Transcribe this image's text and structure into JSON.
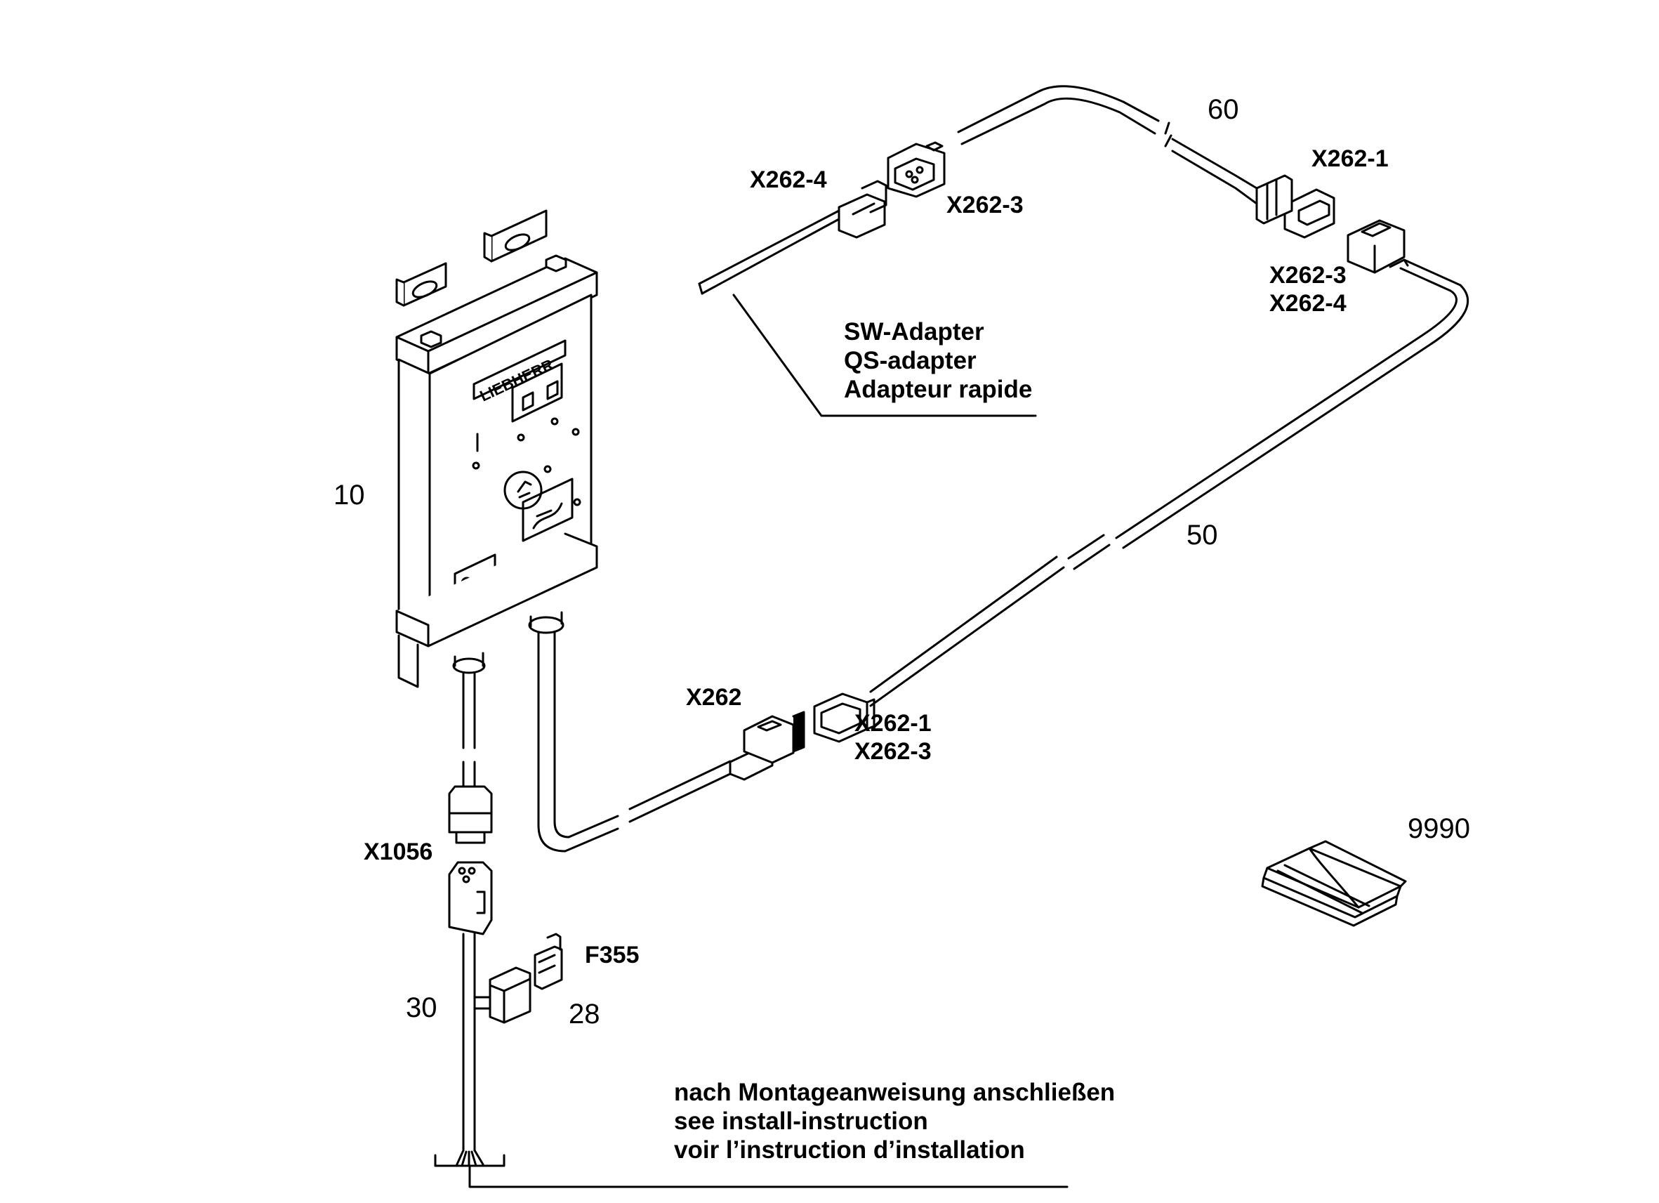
{
  "items": {
    "item_10": "10",
    "item_28": "28",
    "item_30": "30",
    "item_50": "50",
    "item_60": "60",
    "item_9990": "9990"
  },
  "connectors": {
    "x262_4_top": "X262-4",
    "x262_3_top": "X262-3",
    "x262_1_top": "X262-1",
    "x262_3_right": "X262-3",
    "x262_4_right": "X262-4",
    "x262_mid": "X262",
    "x262_1_mid": "X262-1",
    "x262_3_mid": "X262-3",
    "x1056": "X1056",
    "f355": "F355"
  },
  "adapter_note": {
    "line1": "SW-Adapter",
    "line2": "QS-adapter",
    "line3": "Adapteur rapide"
  },
  "install_note": {
    "line1": "nach Montageanweisung anschließen",
    "line2": "see install-instruction",
    "line3": "voir l’instruction d’installation"
  },
  "device": {
    "brand": "LIEBHERR"
  }
}
